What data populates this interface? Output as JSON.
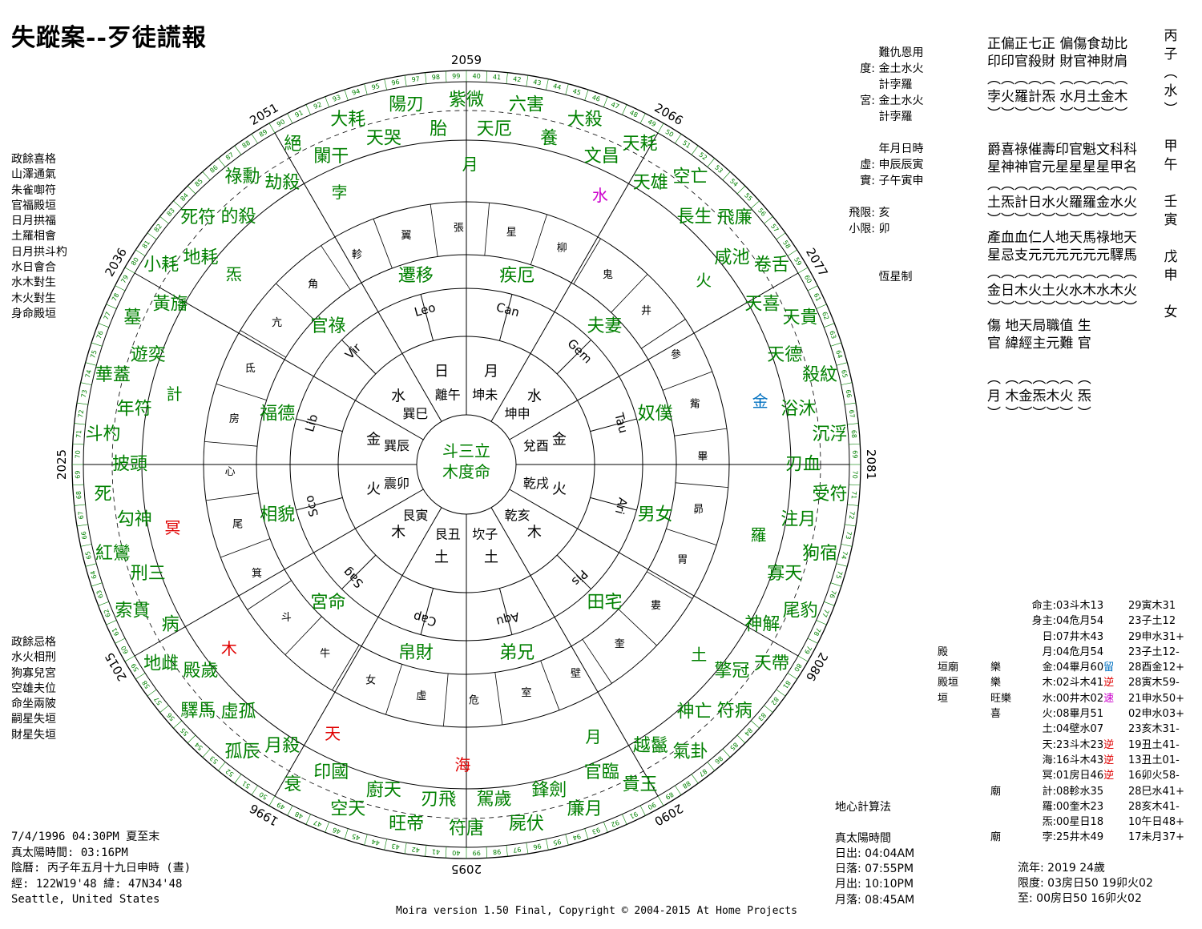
{
  "title": "失蹤案--歹徒謊報",
  "left_top_list": [
    "政餘喜格",
    "山澤通氣",
    "朱雀啣符",
    "官福殿垣",
    "日月拱福",
    "土羅相會",
    "日月拱斗杓",
    "水日會合",
    "水木對生",
    "木火對生",
    "身命殿垣"
  ],
  "left_bottom_list": [
    "政餘忌格",
    "水火相刑",
    "狗寡兒宮",
    "空雄夫位",
    "命坐兩陂",
    "嗣星失垣",
    "財星失垣"
  ],
  "birth_info": [
    "7/4/1996 04:30PM 夏至末",
    "真太陽時間: 03:16PM",
    "陰曆: 丙子年五月十九日申時 (晝)",
    "經: 122W19'48  緯: 47N34'48",
    "Seattle, United States"
  ],
  "copyright": "Moira version 1.50 Final, Copyright © 2004-2015 At Home Projects",
  "mid_info": {
    "rows": [
      {
        "label": "",
        "value": "難仇恩用"
      },
      {
        "label": "度:",
        "value": "金土水火"
      },
      {
        "label": "",
        "value": "計孛羅"
      },
      {
        "label": "宮:",
        "value": "金土水火"
      },
      {
        "label": "",
        "value": "計孛羅"
      },
      {
        "label": "",
        "value": ""
      },
      {
        "label": "",
        "value": "年月日時"
      },
      {
        "label": "虛:",
        "value": "申辰辰寅"
      },
      {
        "label": "實:",
        "value": "子午寅申"
      },
      {
        "label": "",
        "value": ""
      },
      {
        "label": "飛限:",
        "value": "亥"
      },
      {
        "label": "小限:",
        "value": "卯"
      },
      {
        "label": "",
        "value": ""
      },
      {
        "label": "",
        "value": ""
      },
      {
        "label": "",
        "value": "    恆星制"
      }
    ]
  },
  "top_right_table": [
    "正偏正七正  偏傷食劫比",
    "印印官殺財  財官神財肩",
    "︵︵︵︵︵  ︵︵︵︵︵",
    "孛火羅計炁  水月土金木",
    "︶︶︶︶︶  ︶︶︶︶︶",
    "",
    "爵喜祿催壽印官魁文科科",
    "星神神官元星星星星甲名",
    "︵︵︵︵︵︵︵︵︵︵︵",
    "土炁計日水火羅羅金水火",
    "︶︶︶︶︶︶︶︶︶︶︶",
    "產血血仁人地天馬祿地天",
    "星忌支元元元元元元驛馬",
    "︵︵︵︵︵︵︵︵︵︵︵",
    "金日木火土火水木水木火",
    "︶︶︶︶︶︶︶︶︶︶︶",
    "傷    地天局職值    生",
    "官    緯經主元難    官",
    "",
    "︵    ︵︵︵︵︵    ︵",
    "月    木金炁木火    炁",
    "︶    ︶︶︶︶︶    ︶"
  ],
  "top_right_side": [
    "丙",
    "子",
    "︵",
    "水",
    "︶",
    "",
    "甲",
    "午",
    "",
    "壬",
    "寅",
    "",
    "戊",
    "申",
    "",
    "女"
  ],
  "planet_table": [
    {
      "a": "",
      "b": "",
      "c": "命主:",
      "d": "03斗木13",
      "e": "29寅木31"
    },
    {
      "a": "",
      "b": "",
      "c": "身主:",
      "d": "04危月54",
      "e": "23子土12"
    },
    {
      "a": "",
      "b": "",
      "c": "日:",
      "d": "07井木43",
      "e": "29申水31+"
    },
    {
      "a": "殿",
      "b": "",
      "c": "月:",
      "d": "04危月54",
      "e": "23子土12-"
    },
    {
      "a": "  垣廟",
      "b": "樂",
      "c": "金:",
      "d": "04畢月60",
      "mark": "留",
      "mark_color": "b",
      "e": "28酉金12+"
    },
    {
      "a": "殿垣",
      "b": "樂",
      "c": "木:",
      "d": "02斗木41",
      "mark": "逆",
      "mark_color": "r",
      "e": "28寅木59-"
    },
    {
      "a": "  垣",
      "b": "旺樂",
      "c": "水:",
      "d": "00井木02",
      "mark": "速",
      "mark_color": "m",
      "e": "21申水50+"
    },
    {
      "a": "",
      "b": "喜",
      "c": "火:",
      "d": "08畢月51",
      "e": "02申水03+"
    },
    {
      "a": "",
      "b": "",
      "c": "土:",
      "d": "04壁水07",
      "e": "23亥木31-"
    },
    {
      "a": "",
      "b": "",
      "c": "天:",
      "d": "23斗木23",
      "mark": "逆",
      "mark_color": "r",
      "e": "19丑土41-"
    },
    {
      "a": "",
      "b": "",
      "c": "海:",
      "d": "16斗木43",
      "mark": "逆",
      "mark_color": "r",
      "e": "13丑土01-"
    },
    {
      "a": "",
      "b": "",
      "c": "冥:",
      "d": "01房日46",
      "mark": "逆",
      "mark_color": "r",
      "e": "16卯火58-"
    },
    {
      "a": "",
      "b": "廟",
      "c": "計:",
      "d": "08軫水35",
      "e": "28巳水41+"
    },
    {
      "a": "",
      "b": "",
      "c": "羅:",
      "d": "00奎木23",
      "e": "28亥木41-"
    },
    {
      "a": "",
      "b": "",
      "c": "炁:",
      "d": "00星日18",
      "e": "10午日48+"
    },
    {
      "a": "",
      "b": "廟",
      "c": "孛:",
      "d": "25井木49",
      "e": "17未月37+"
    }
  ],
  "center_info": [
    "地心計算法",
    "",
    "真太陽時間",
    "日出: 04:04AM",
    "日落: 07:55PM",
    "月出: 10:10PM",
    "月落: 08:45AM"
  ],
  "year_info": [
    "流年: 2019  24歲",
    "限度: 03房日50    19卯火02",
    "  至: 00房日50    16卯火02"
  ],
  "chart": {
    "outer_years": [
      "2059",
      "2066",
      "2077",
      "2081",
      "2086",
      "2090",
      "2095",
      "1996",
      "2015",
      "2025",
      "2036",
      "2051"
    ],
    "center_text": [
      "斗三立",
      "木度命"
    ],
    "houses": [
      "遷移",
      "疾厄",
      "夫妻",
      "奴僕",
      "男女",
      "田宅",
      "弟兄",
      "帛財",
      "宮命",
      "相貌",
      "福德",
      "官祿"
    ],
    "signs": [
      "Leo",
      "Can",
      "Gem",
      "Tau",
      "Ari",
      "Pis",
      "Aqu",
      "Cap",
      "Sag",
      "Sco",
      "Lib",
      "Vir"
    ],
    "mansions": [
      "星",
      "柳",
      "鬼",
      "井",
      "參",
      "觜",
      "畢",
      "昴",
      "胃",
      "婁",
      "奎",
      "壁",
      "室",
      "危",
      "虛",
      "女",
      "牛",
      "斗",
      "箕",
      "尾",
      "心",
      "房",
      "氐",
      "亢",
      "角",
      "軫",
      "翼",
      "張"
    ],
    "ring_planets": [
      {
        "t": "孛",
        "c": "g"
      },
      {
        "t": "月",
        "c": "g"
      },
      {
        "t": "水",
        "c": "m"
      },
      {
        "t": "火",
        "c": "g"
      },
      {
        "t": "金",
        "c": "b"
      },
      {
        "t": "羅",
        "c": "g"
      },
      {
        "t": "土",
        "c": "g"
      },
      {
        "t": "月",
        "c": "g"
      },
      {
        "t": "海",
        "c": "r"
      },
      {
        "t": "天",
        "c": "r"
      },
      {
        "t": "木",
        "c": "r"
      },
      {
        "t": "冥",
        "c": "r"
      },
      {
        "t": "計",
        "c": "g"
      },
      {
        "t": "炁",
        "c": "g"
      }
    ],
    "palace_stars": [
      "紫微",
      "天厄",
      "六害",
      "養",
      "大殺",
      "文昌",
      "天耗",
      "天雄",
      "空亡",
      "長生",
      "飛廉",
      "咸池",
      "卷舌",
      "天喜",
      "天貴",
      "天德",
      "殺紋",
      "浴沐",
      "沉浮",
      "刃血",
      "受符",
      "注月",
      "狗宿",
      "寡天",
      "尾豹",
      "神解",
      "天帶",
      "擎冠",
      "符病",
      "神亡",
      "氣卦",
      "越鬣",
      "貴玉",
      "官臨",
      "廉月",
      "鋒劍",
      "屍伏",
      "駕歲",
      "符唐",
      "刃飛",
      "旺帝",
      "廚天",
      "空天",
      "印國",
      "衰",
      "月殺",
      "孤辰",
      "虛孤",
      "驛馬",
      "殿歲",
      "地雌",
      "病",
      "索貫",
      "刑三",
      "紅鸞",
      "勾神",
      "死",
      "披頭",
      "斗杓",
      "年符",
      "華蓋",
      "遊奕",
      "墓",
      "黃旛",
      "小耗",
      "地耗",
      "死符",
      "的殺",
      "祿勳",
      "劫殺",
      "絕",
      "闌干",
      "大耗",
      "天哭",
      "陽刃",
      "胎"
    ]
  }
}
